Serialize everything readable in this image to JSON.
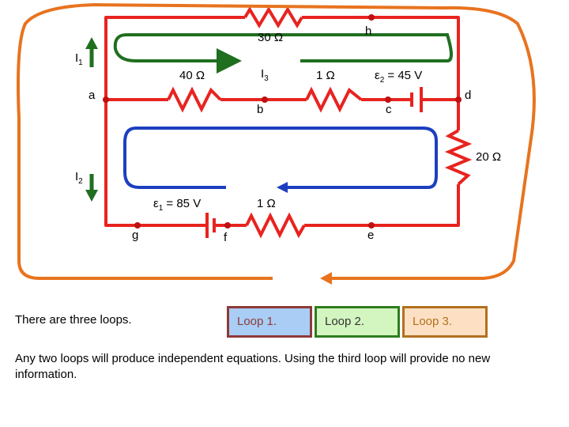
{
  "colors": {
    "wire": "#e8231f",
    "loop1": "#1f6f1f",
    "loop2": "#1d3fbf",
    "loop3": "#e8731f",
    "node": "#c01010"
  },
  "resistors": {
    "r30": "30 Ω",
    "r40": "40 Ω",
    "r1_top": "1 Ω",
    "r20": "20 Ω",
    "r1_bottom": "1 Ω"
  },
  "sources": {
    "emf2_symbol": "ε",
    "emf2_sub": "2",
    "emf2_value": " = 45 V",
    "emf1_symbol": "ε",
    "emf1_sub": "1",
    "emf1_value": " = 85 V"
  },
  "currents": {
    "i1_main": "I",
    "i1_sub": "1",
    "i2_main": "I",
    "i2_sub": "2",
    "i3_main": "I",
    "i3_sub": "3"
  },
  "nodes": {
    "a": "a",
    "b": "b",
    "c": "c",
    "d": "d",
    "e": "e",
    "f": "f",
    "g": "g",
    "h": "h"
  },
  "loops": {
    "loop1": {
      "label": "Loop 1.",
      "fill": "#a9cdf5",
      "border": "#8e3a3a"
    },
    "loop2": {
      "label": "Loop 2.",
      "fill": "#d3f5c0",
      "border": "#2f7d1f"
    },
    "loop3": {
      "label": "Loop 3.",
      "fill": "#fde0c3",
      "border": "#b2701f"
    }
  },
  "text": {
    "three_loops": "There are three loops.",
    "explanation": "Any two loops will produce independent equations.  Using the third loop will provide no new information."
  }
}
